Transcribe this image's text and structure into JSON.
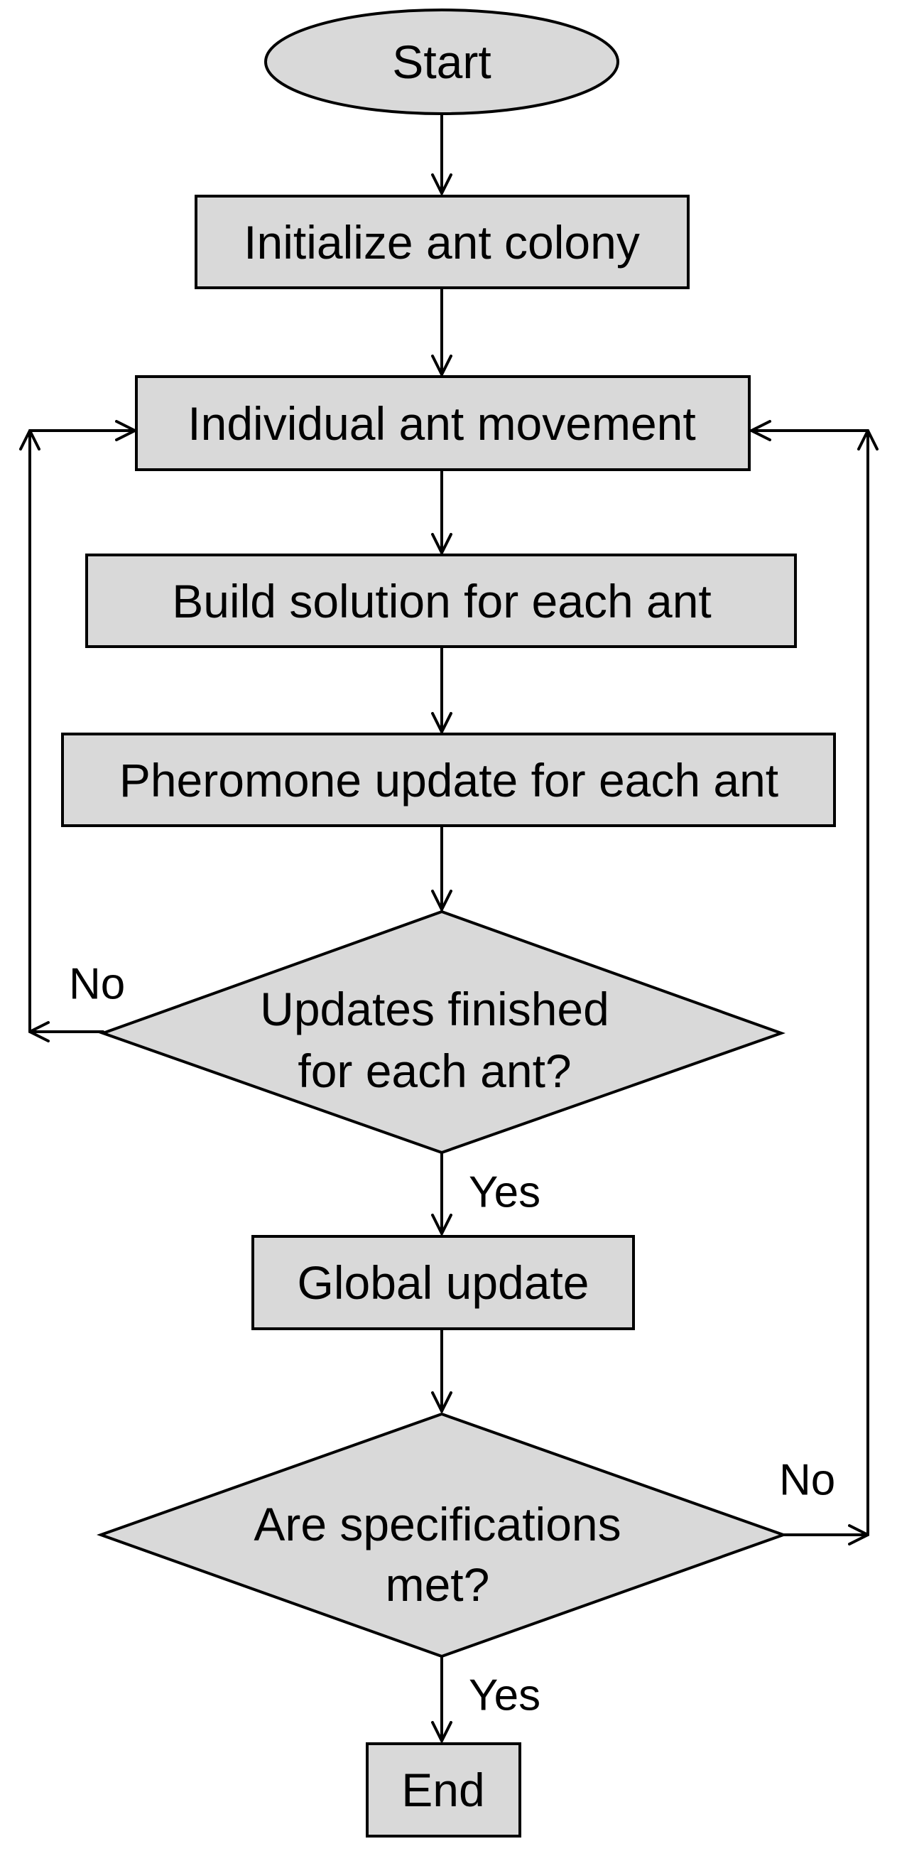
{
  "nodes": {
    "start": "Start",
    "init": "Initialize ant colony",
    "move": "Individual ant movement",
    "build": "Build solution for each ant",
    "pheromone": "Pheromone update for each ant",
    "updates_q": [
      "Updates finished",
      "for each ant?"
    ],
    "global": "Global update",
    "specs_q": [
      "Are specifications",
      "met?"
    ],
    "end": "End"
  },
  "branches": {
    "updates_no": "No",
    "updates_yes": "Yes",
    "specs_no": "No",
    "specs_yes": "Yes"
  },
  "colors": {
    "node_fill": "#d9d9d9",
    "stroke": "#000000",
    "background": "#ffffff"
  }
}
